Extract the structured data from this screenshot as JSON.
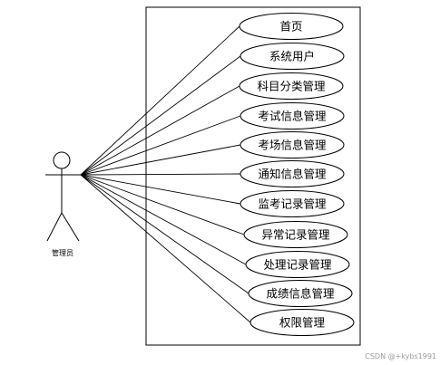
{
  "actor": {
    "label": "管理员"
  },
  "use_cases": [
    "首页",
    "系统用户",
    "科目分类管理",
    "考试信息管理",
    "考场信息管理",
    "通知信息管理",
    "监考记录管理",
    "异常记录管理",
    "处理记录管理",
    "成绩信息管理",
    "权限管理"
  ],
  "watermark": "CSDN @+kybs1991"
}
